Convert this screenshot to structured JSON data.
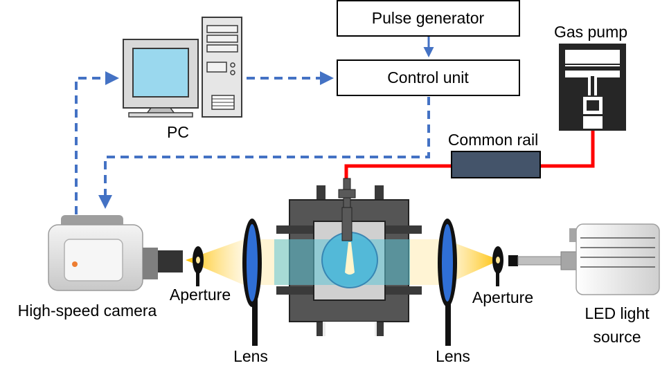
{
  "labels": {
    "pulse_generator": "Pulse generator",
    "control_unit": "Control unit",
    "gas_pump": "Gas pump",
    "pc": "PC",
    "common_rail": "Common rail",
    "high_speed_camera": "High-speed camera",
    "aperture_left": "Aperture",
    "aperture_right": "Aperture",
    "lens_left": "Lens",
    "lens_right": "Lens",
    "led_light_line1": "LED light",
    "led_light_line2": "source"
  },
  "colors": {
    "signal_line": "#4472c4",
    "gas_line": "#ff0000",
    "rail": "#44546a",
    "beam": "#fff2cc",
    "window": "#5fc5d6",
    "lens": "#2f6fd6",
    "chamber": "#404040"
  },
  "icons": [
    "pc-icon",
    "camera-icon",
    "led-light-icon",
    "gas-pump-icon",
    "injector-icon",
    "lens-icon",
    "aperture-icon"
  ]
}
